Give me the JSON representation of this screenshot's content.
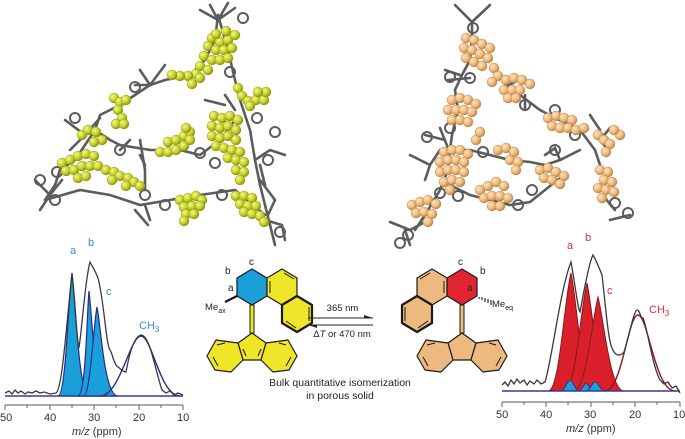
{
  "figure": {
    "left_panel": {
      "framework_color": "#c4d12a",
      "framework_linker_color": "#5a5a5a",
      "spectrum": {
        "peak_labels": [
          "a",
          "b",
          "c",
          "CH3"
        ],
        "label_color": "#3a8ad0",
        "fill_color": "#1a9fd8",
        "fit_color": "#2a2a8a",
        "trace_color": "#333333"
      },
      "molecule": {
        "ring_labels": [
          "a",
          "b",
          "c"
        ],
        "substituent": "Me",
        "substituent_sub": "ax",
        "core_color": "#1a9fd8",
        "aromatic_color": "#f0e629"
      }
    },
    "right_panel": {
      "framework_color": "#f0bd7e",
      "framework_linker_color": "#5a5a5a",
      "spectrum": {
        "peak_labels": [
          "a",
          "b",
          "c",
          "CH3"
        ],
        "label_color": "#e0303a",
        "fill_color": "#d81f2a",
        "minor_fill_color": "#1a9fd8",
        "fit_color": "#8a1a1a",
        "trace_color": "#333333"
      },
      "molecule": {
        "ring_labels": [
          "a",
          "b",
          "c"
        ],
        "substituent": "Me",
        "substituent_sub": "eq",
        "core_color": "#e02430",
        "aromatic_color": "#eeb97e"
      }
    },
    "reaction": {
      "forward_label": "365 nm",
      "reverse_label_symbol": "Δ",
      "reverse_label_italic": "T",
      "reverse_label_rest": " or 470 nm"
    },
    "caption_line1": "Bulk quantitative isomerization",
    "caption_line2": "in porous solid"
  },
  "chart_data": [
    {
      "type": "line",
      "title": "Solid-state 13C NMR (left, axial isomer)",
      "xlabel_italic": "m/z",
      "xlabel_rest": " (ppm)",
      "xlim": [
        50,
        10
      ],
      "x_ticks": [
        50,
        40,
        30,
        20,
        10
      ],
      "x_minor_ticks": [
        45,
        35,
        25,
        15
      ],
      "peaks": [
        {
          "label": "a",
          "position_ppm": 35,
          "relative_height": 0.88,
          "fill": "#1a9fd8"
        },
        {
          "label": "b",
          "position_ppm": 31,
          "relative_height": 0.77,
          "fill": "#1a9fd8"
        },
        {
          "label": "c",
          "position_ppm": 29,
          "relative_height": 0.67,
          "fill": "#1a9fd8"
        },
        {
          "label": "CH3",
          "position_ppm": 19.5,
          "relative_height": 0.45,
          "fill": "none"
        }
      ],
      "envelope_max_ppm": 30.8,
      "grid": false,
      "legend": "none"
    },
    {
      "type": "line",
      "title": "Solid-state 13C NMR (right, equatorial isomer)",
      "xlabel_italic": "m/z",
      "xlabel_rest": " (ppm)",
      "xlim": [
        50,
        10
      ],
      "x_ticks": [
        50,
        40,
        30,
        20,
        10
      ],
      "x_minor_ticks": [
        45,
        35,
        25,
        15
      ],
      "peaks": [
        {
          "label": "a",
          "position_ppm": 34.3,
          "relative_height": 0.72,
          "fill": "#d81f2a"
        },
        {
          "label": "b",
          "position_ppm": 31,
          "relative_height": 0.68,
          "fill": "#d81f2a"
        },
        {
          "label": "c",
          "position_ppm": 28,
          "relative_height": 0.57,
          "fill": "#d81f2a"
        },
        {
          "label": "CH3",
          "position_ppm": 19.5,
          "relative_height": 0.42,
          "fill": "none"
        },
        {
          "label": "residual-a",
          "position_ppm": 35,
          "relative_height": 0.06,
          "fill": "#1a9fd8"
        },
        {
          "label": "residual-b",
          "position_ppm": 31,
          "relative_height": 0.04,
          "fill": "#1a9fd8"
        },
        {
          "label": "residual-c",
          "position_ppm": 29,
          "relative_height": 0.05,
          "fill": "#1a9fd8"
        }
      ],
      "grid": false,
      "legend": "none"
    }
  ]
}
